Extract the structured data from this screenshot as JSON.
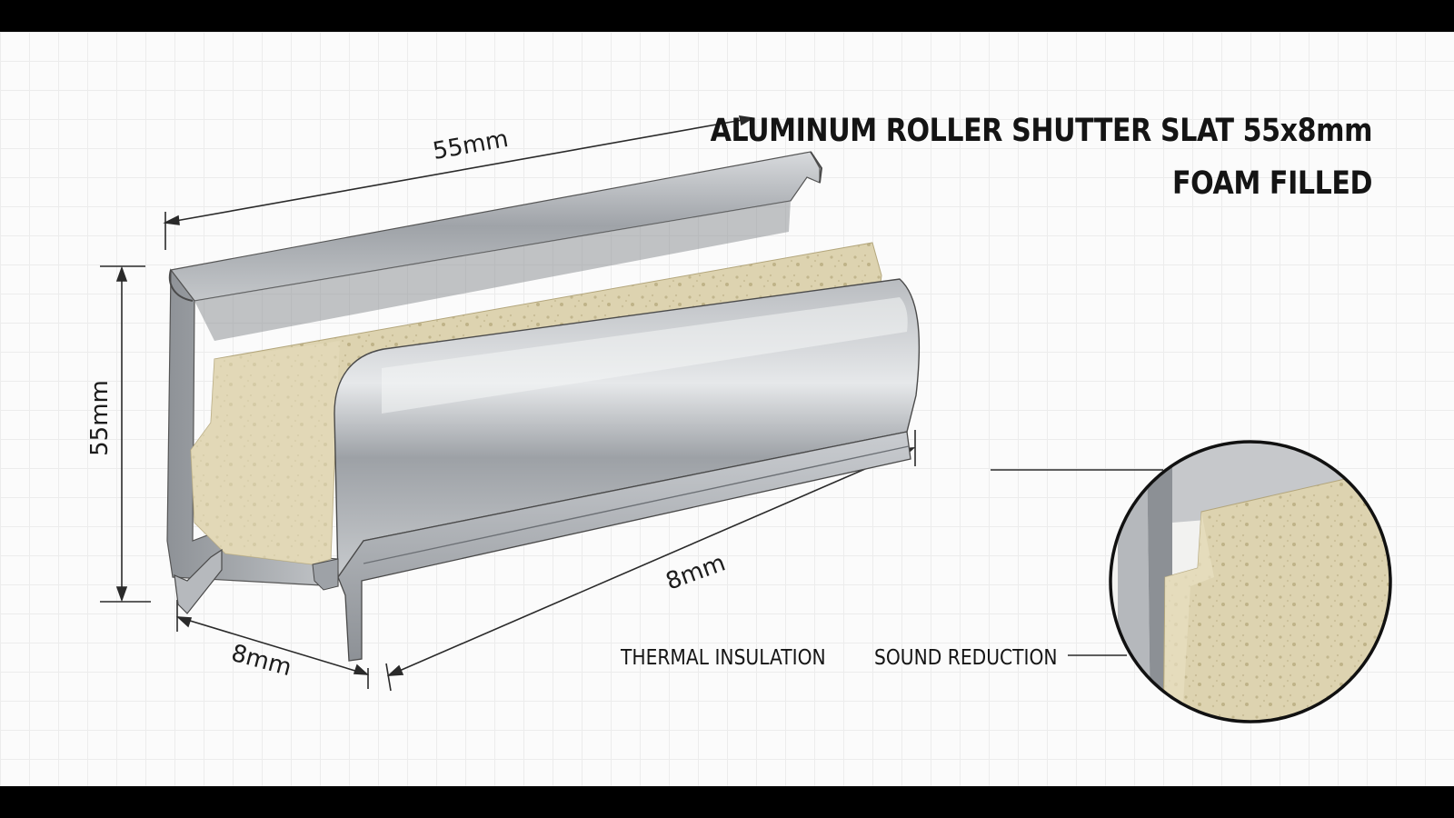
{
  "title": {
    "line1": "ALUMINUM ROLLER SHUTTER SLAT 55x8mm",
    "line2": "FOAM FILLED"
  },
  "dimensions": {
    "top_length": "55mm",
    "height": "55mm",
    "front_length": "8mm",
    "depth": "8mm"
  },
  "features": {
    "thermal": "THERMAL INSULATION",
    "sound": "SOUND REDUCTION"
  },
  "colors": {
    "aluminum": "#a9adb2",
    "foam": "#ddd3b0",
    "outline": "#222222"
  }
}
